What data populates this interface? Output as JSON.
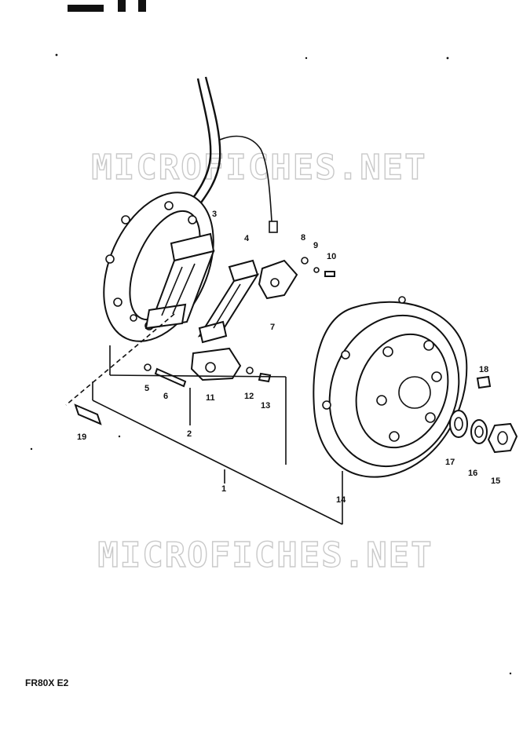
{
  "page": {
    "model_label": "FR80X E2"
  },
  "watermarks": [
    {
      "text": "MICROFICHES.NET"
    },
    {
      "text": "MICROFICHES.NET"
    }
  ],
  "callouts": [
    {
      "num": "1"
    },
    {
      "num": "2"
    },
    {
      "num": "3"
    },
    {
      "num": "4"
    },
    {
      "num": "5"
    },
    {
      "num": "6"
    },
    {
      "num": "7"
    },
    {
      "num": "8"
    },
    {
      "num": "9"
    },
    {
      "num": "10"
    },
    {
      "num": "11"
    },
    {
      "num": "12"
    },
    {
      "num": "13"
    },
    {
      "num": "14"
    },
    {
      "num": "15"
    },
    {
      "num": "16"
    },
    {
      "num": "17"
    },
    {
      "num": "18"
    },
    {
      "num": "19"
    }
  ]
}
